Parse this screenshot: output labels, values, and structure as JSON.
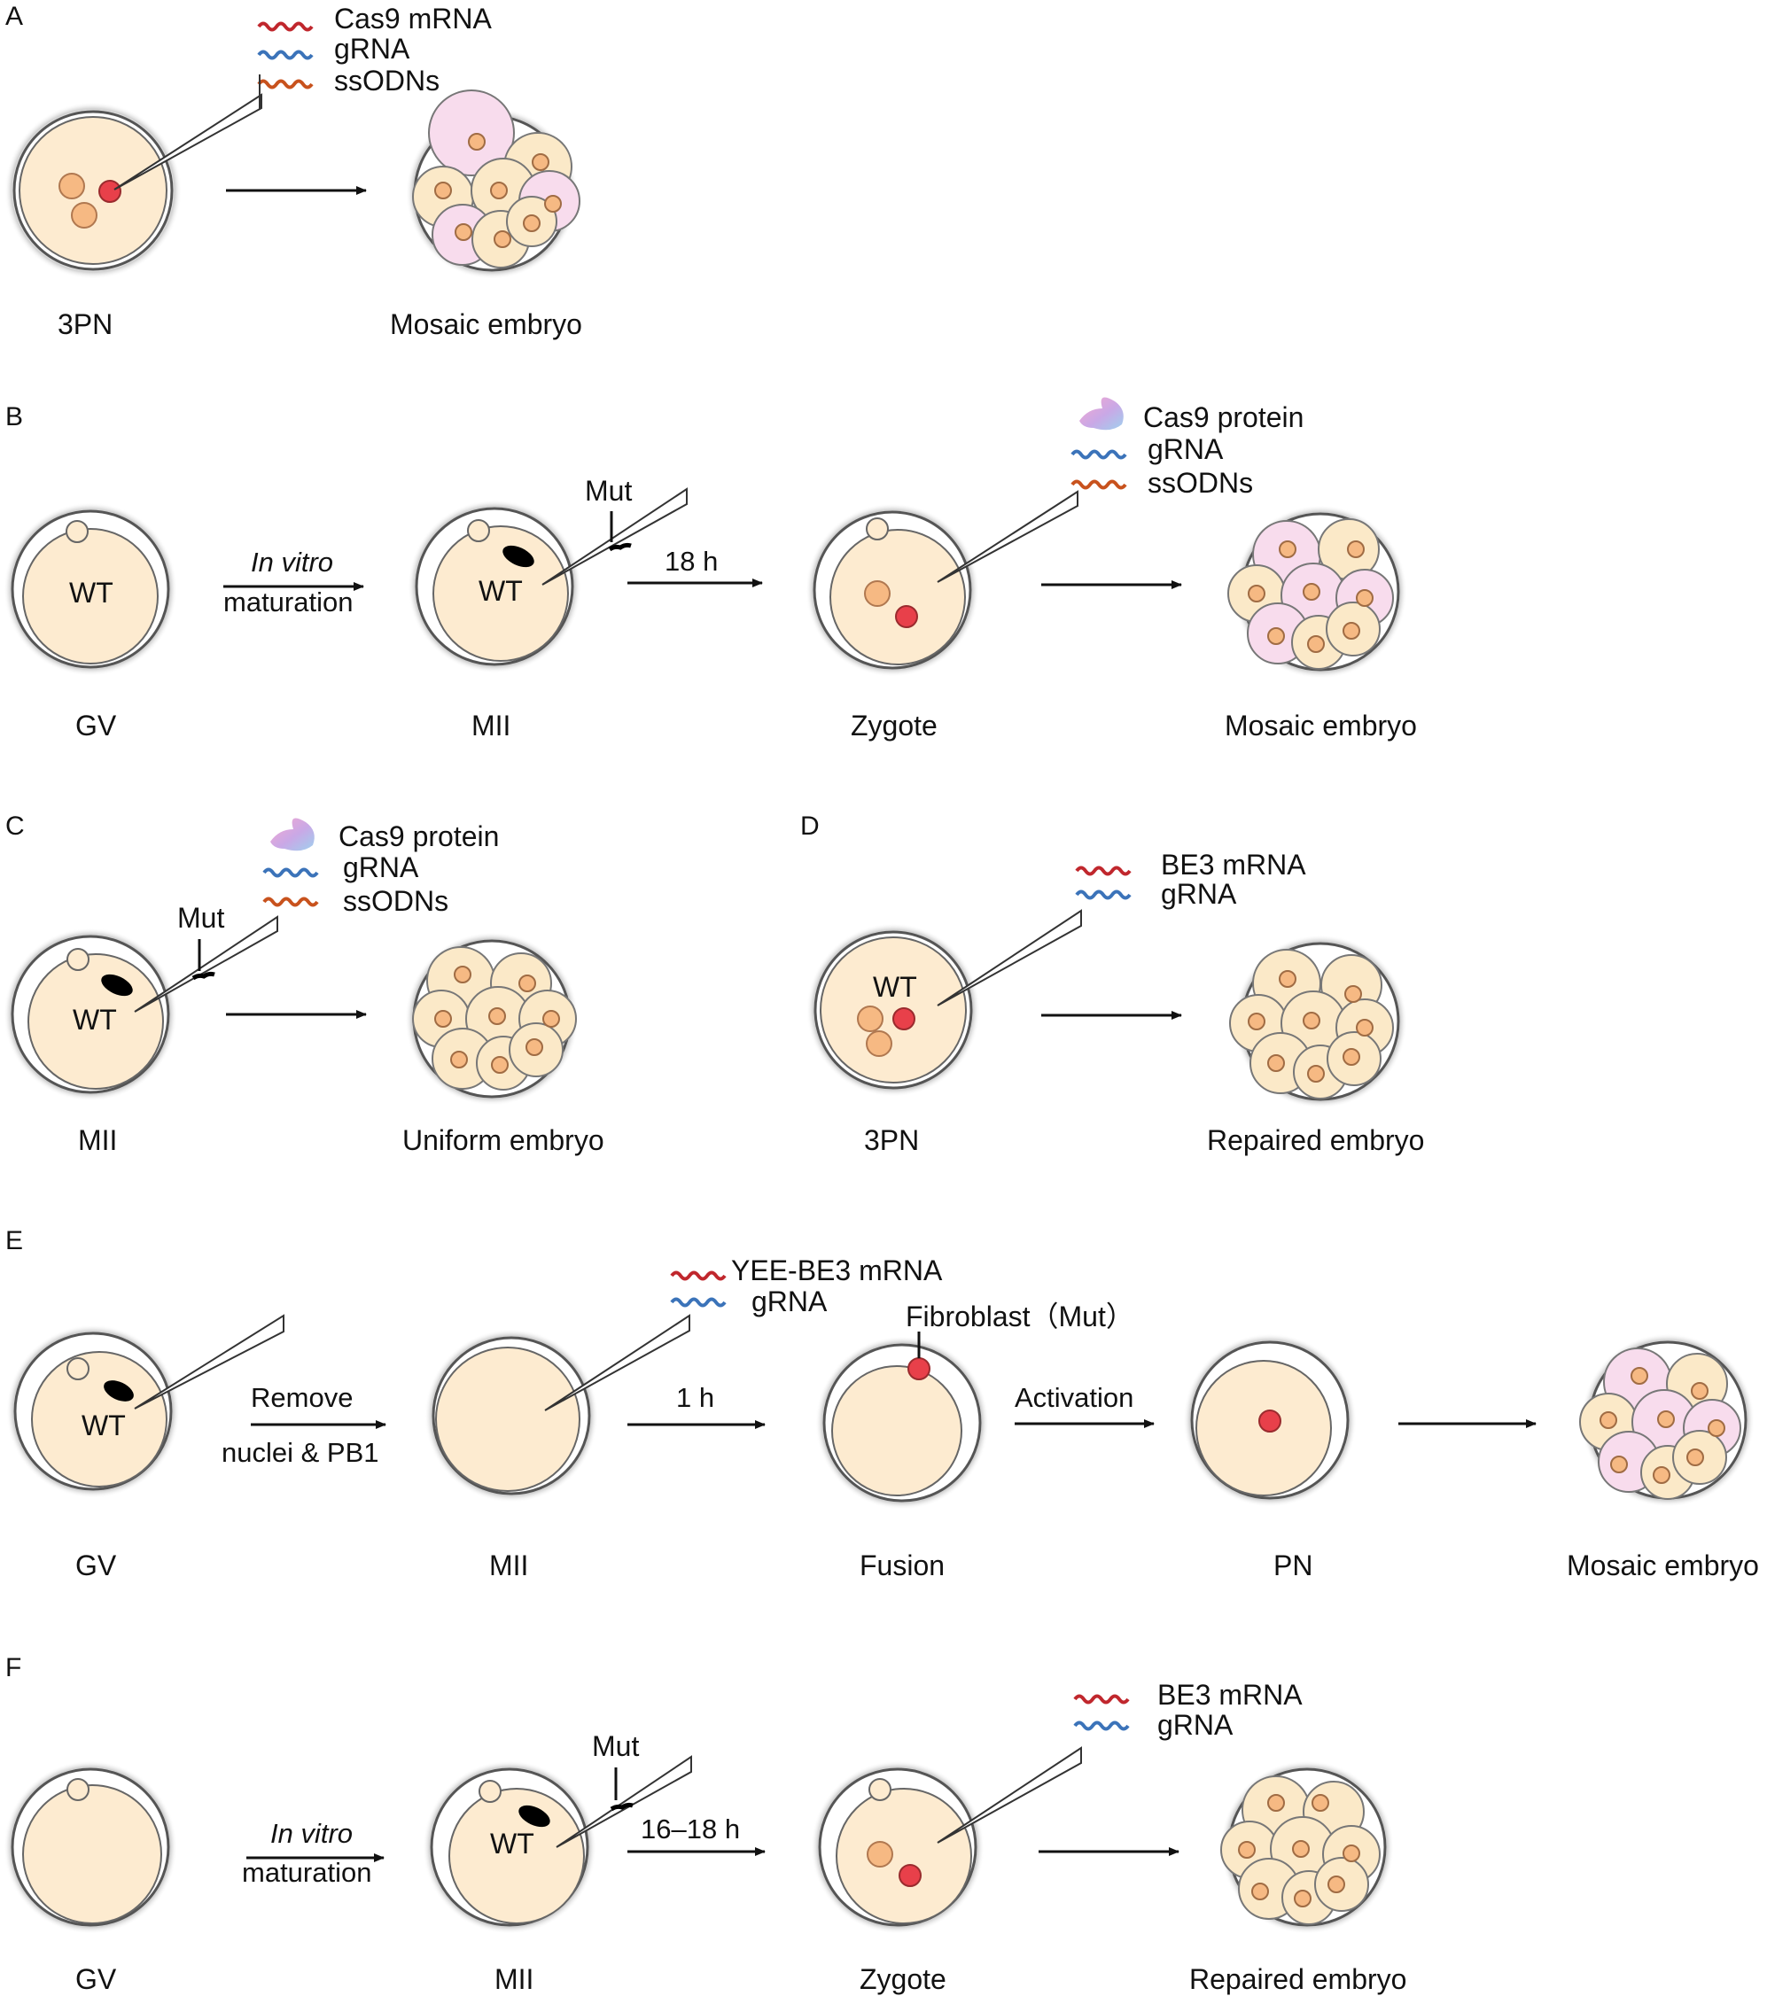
{
  "panels": {
    "A": {
      "letter": "A",
      "reagents": [
        "Cas9 mRNA",
        "gRNA",
        "ssODNs"
      ],
      "stages": [
        "3PN",
        "Mosaic embryo"
      ]
    },
    "B": {
      "letter": "B",
      "reagents": [
        "Cas9 protein",
        "gRNA",
        "ssODNs"
      ],
      "stages": [
        "GV",
        "MII",
        "Zygote",
        "Mosaic embryo"
      ],
      "arrow1_line1": "In vitro",
      "arrow1_line2": "maturation",
      "arrow2": "18 h",
      "mut": "Mut",
      "wt": "WT"
    },
    "C": {
      "letter": "C",
      "reagents": [
        "Cas9 protein",
        "gRNA",
        "ssODNs"
      ],
      "stages": [
        "MII",
        "Uniform embryo"
      ],
      "mut": "Mut",
      "wt": "WT"
    },
    "D": {
      "letter": "D",
      "reagents": [
        "BE3 mRNA",
        "gRNA"
      ],
      "stages": [
        "3PN",
        "Repaired embryo"
      ],
      "wt": "WT"
    },
    "E": {
      "letter": "E",
      "reagents": [
        "YEE-BE3 mRNA",
        "gRNA"
      ],
      "stages": [
        "GV",
        "MII",
        "Fusion",
        "PN",
        "Mosaic embryo"
      ],
      "arrow1_line1": "Remove",
      "arrow1_line2": "nuclei & PB1",
      "arrow2": "1 h",
      "arrow3": "Activation",
      "fibroblast": "Fibroblast（Mut）",
      "wt": "WT"
    },
    "F": {
      "letter": "F",
      "reagents": [
        "BE3 mRNA",
        "gRNA"
      ],
      "stages": [
        "GV",
        "MII",
        "Zygote",
        "Repaired embryo"
      ],
      "arrow1_line1": "In vitro",
      "arrow1_line2": "maturation",
      "arrow2": "16–18 h",
      "mut": "Mut",
      "wt": "WT"
    }
  },
  "colors": {
    "cytoplasm": "#fdebd0",
    "pronucleus": "#f6b983",
    "red_pronucleus": "#e8404a",
    "pink_cell": "#f8dced",
    "beige_cell": "#fbe9c8",
    "mrna_red": "#c0272d",
    "grna_blue": "#3b73b9",
    "ssodn_orange": "#c8521d"
  }
}
